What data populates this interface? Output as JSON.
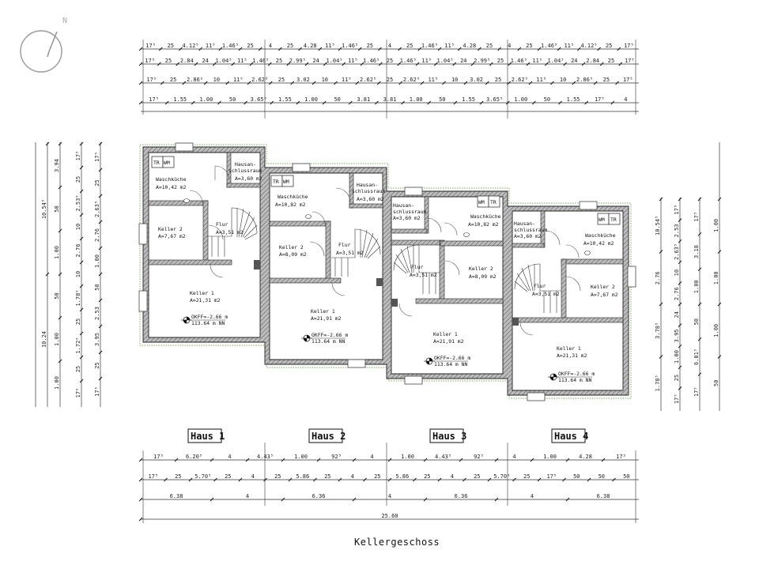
{
  "title": "Kellergeschoss",
  "compass": {
    "north_label": "N"
  },
  "houses": [
    {
      "label": "Haus 1",
      "rooms": [
        {
          "name": "Waschküche",
          "area": "A=10,42 m2"
        },
        {
          "name": "Hausan-",
          "name2": "schlussraum",
          "area": "A=3,60 m2"
        },
        {
          "name": "Keller 2",
          "area": "A=7,67 m2"
        },
        {
          "name": "Flur",
          "area": "A=3,51 m2"
        },
        {
          "name": "Keller 1",
          "area": "A=21,31 m2"
        }
      ],
      "okff": "OKFF=-2.66 m",
      "nn": "113.64 m NN",
      "appliances": [
        "TR",
        "WM"
      ]
    },
    {
      "label": "Haus 2",
      "rooms": [
        {
          "name": "Waschküche",
          "area": "A=10,82 m2"
        },
        {
          "name": "Hausan-",
          "name2": "schlussraum",
          "area": "A=3,60 m2"
        },
        {
          "name": "Keller 2",
          "area": "A=8,09 m2"
        },
        {
          "name": "Flur",
          "area": "A=3,51 m2"
        },
        {
          "name": "Keller 1",
          "area": "A=21,91 m2"
        }
      ],
      "okff": "OKFF=-2.66 m",
      "nn": "113.64 m NN",
      "appliances": [
        "TR",
        "WM"
      ]
    },
    {
      "label": "Haus 3",
      "rooms": [
        {
          "name": "Waschküche",
          "area": "A=10,82 m2"
        },
        {
          "name": "Hausan-",
          "name2": "schlussraum",
          "area": "A=3,60 m2"
        },
        {
          "name": "Keller 2",
          "area": "A=8,09 m2"
        },
        {
          "name": "Flur",
          "area": "A=3,51 m2"
        },
        {
          "name": "Keller 1",
          "area": "A=21,91 m2"
        }
      ],
      "okff": "OKFF=-2.66 m",
      "nn": "113.64 m NN",
      "appliances": [
        "WM",
        "TR"
      ]
    },
    {
      "label": "Haus 4",
      "rooms": [
        {
          "name": "Waschküche",
          "area": "A=10,42 m2"
        },
        {
          "name": "Hausan-",
          "name2": "schlussraum",
          "area": "A=3,60 m2"
        },
        {
          "name": "Keller 2",
          "area": "A=7,67 m2"
        },
        {
          "name": "Flur",
          "area": "A=3,51 m2"
        },
        {
          "name": "Keller 1",
          "area": "A=21,31 m2"
        }
      ],
      "okff": "OKFF=-2.66 m",
      "nn": "113.64 m NN",
      "appliances": [
        "WM",
        "TR"
      ]
    }
  ],
  "dimensions": {
    "top": [
      [
        "17⁵",
        "25",
        "4.12⁵",
        "11⁵",
        "1.46⁵",
        "25",
        "4",
        "25",
        "4.28",
        "11⁵",
        "1.46⁵",
        "25",
        "4",
        "25",
        "1.46⁵",
        "11⁵",
        "4.28",
        "25",
        "4",
        "25",
        "1.46⁵",
        "11⁵",
        "4.12⁵",
        "25",
        "17⁵"
      ],
      [
        "17⁵",
        "25",
        "2.84",
        "24",
        "1.04⁵",
        "11⁵",
        "1.46⁵",
        "25",
        "2.99⁵",
        "24",
        "1.04⁵",
        "11⁵",
        "1.46⁵",
        "25",
        "1.46⁵",
        "11⁵",
        "1.04⁵",
        "24",
        "2.99⁵",
        "25",
        "1.46⁵",
        "11⁵",
        "1.04⁵",
        "24",
        "2.84",
        "25",
        "17⁵"
      ],
      [
        "17⁵",
        "25",
        "2.86⁵",
        "10",
        "11⁵",
        "2.62⁵",
        "25",
        "3.02",
        "10",
        "11⁵",
        "2.62⁵",
        "25",
        "2.62⁵",
        "11⁵",
        "10",
        "3.02",
        "25",
        "2.62⁵",
        "11⁵",
        "10",
        "2.86⁵",
        "25",
        "17⁵"
      ],
      [
        "17⁵",
        "1.55",
        "1.00",
        "50",
        "3.65⁵",
        "1.55",
        "1.00",
        "50",
        "3.81",
        "3.81",
        "1.00",
        "50",
        "1.55",
        "3.65⁵",
        "1.00",
        "50",
        "1.55",
        "17⁵",
        "4"
      ]
    ],
    "left": [
      [
        "17⁵",
        "25",
        "2.53⁵",
        "10",
        "2.76",
        "10",
        "1.78⁵",
        "25",
        "1.72⁵",
        "25",
        "17⁵"
      ],
      [
        "17⁵",
        "25",
        "2.63⁵",
        "2.76",
        "1.00",
        "50",
        "2.53",
        "3.95",
        "25",
        "17⁵"
      ],
      [
        "3.94",
        "50",
        "1.00",
        "50",
        "1.00",
        "1.00"
      ],
      [
        "10.54⁵",
        "10.24"
      ]
    ],
    "right": [
      [
        "1.00",
        "1.00",
        "1.00",
        "50"
      ],
      [
        "17⁵",
        "3.18",
        "1.00",
        "50",
        "6.01⁵",
        "17⁵"
      ],
      [
        "17⁵",
        "2.53",
        "2.63⁵",
        "10",
        "2.76",
        "24",
        "3.95",
        "1.00",
        "25",
        "17⁵"
      ],
      [
        "10.54⁵",
        "2.76",
        "3.78⁵",
        "1.78⁵"
      ]
    ],
    "bottom": [
      [
        "17⁵",
        "6.20⁵",
        "4",
        "4.43⁵",
        "1.00",
        "92⁵",
        "4",
        "1.00",
        "4.43⁵",
        "92⁵",
        "4",
        "1.00",
        "4.28",
        "17⁵"
      ],
      [
        "17⁵",
        "25",
        "5.70⁵",
        "25",
        "4",
        "25",
        "5.86",
        "25",
        "4",
        "25",
        "5.86",
        "25",
        "4",
        "25",
        "5.70⁵",
        "25",
        "17⁵",
        "50",
        "50",
        "50"
      ],
      [
        "6.38",
        "4",
        "6.36",
        "4",
        "6.36",
        "4",
        "6.38"
      ],
      [
        "25.60"
      ]
    ]
  }
}
